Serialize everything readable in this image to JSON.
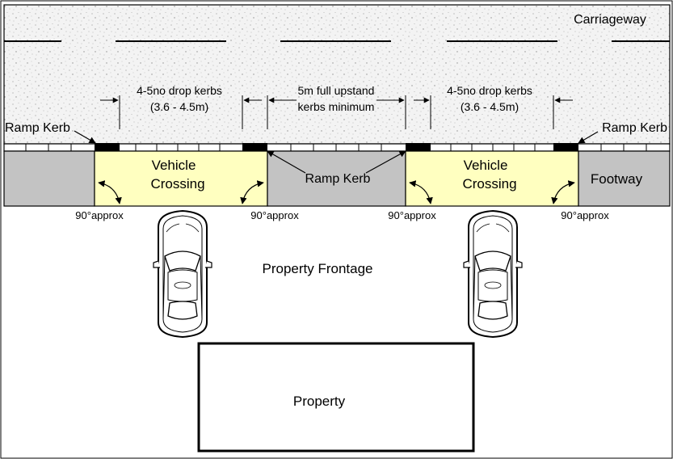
{
  "labels": {
    "carriageway": "Carriageway",
    "drop_kerbs_left_line1": "4-5no drop kerbs",
    "drop_kerbs_left_line2": "(3.6 - 4.5m)",
    "upstand_line1": "5m full upstand",
    "upstand_line2": "kerbs minimum",
    "drop_kerbs_right_line1": "4-5no drop kerbs",
    "drop_kerbs_right_line2": "(3.6 - 4.5m)",
    "ramp_kerb_left": "Ramp Kerb",
    "ramp_kerb_right": "Ramp Kerb",
    "ramp_kerb_middle": "Ramp Kerb",
    "vehicle_crossing_left_line1": "Vehicle",
    "vehicle_crossing_left_line2": "Crossing",
    "vehicle_crossing_right_line1": "Vehicle",
    "vehicle_crossing_right_line2": "Crossing",
    "footway": "Footway",
    "angle_1": "90°approx",
    "angle_2": "90°approx",
    "angle_3": "90°approx",
    "angle_4": "90°approx",
    "property_frontage": "Property Frontage",
    "property": "Property"
  },
  "colors": {
    "carriageway_fill": "#f2f2f2",
    "footway_fill": "#c3c3c3",
    "crossing_fill": "#ffffc0",
    "kerb_black": "#000000",
    "outline": "#000000"
  }
}
